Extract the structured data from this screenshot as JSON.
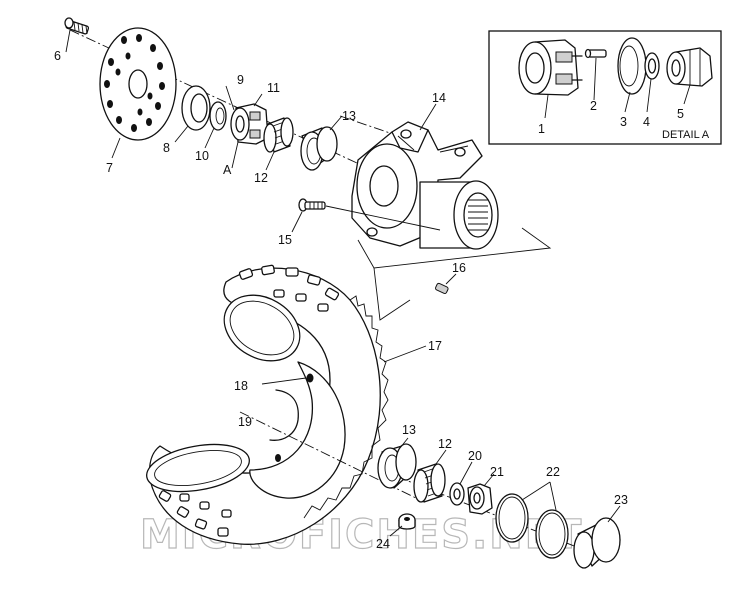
{
  "watermark": "MICROFICHES.NET",
  "detail": {
    "title": "DETAIL A"
  },
  "callouts": {
    "c1": "1",
    "c2": "2",
    "c3": "3",
    "c4": "4",
    "c5": "5",
    "c6": "6",
    "c7": "7",
    "c8": "8",
    "c9": "9",
    "c10": "10",
    "c11": "11",
    "cA": "A",
    "c12": "12",
    "c13": "13",
    "c14": "14",
    "c15": "15",
    "c16": "16",
    "c17": "17",
    "c18": "18",
    "c19": "19",
    "c13b": "13",
    "c12b": "12",
    "c20": "20",
    "c21": "21",
    "c22": "22",
    "c23": "23",
    "c24": "24"
  }
}
